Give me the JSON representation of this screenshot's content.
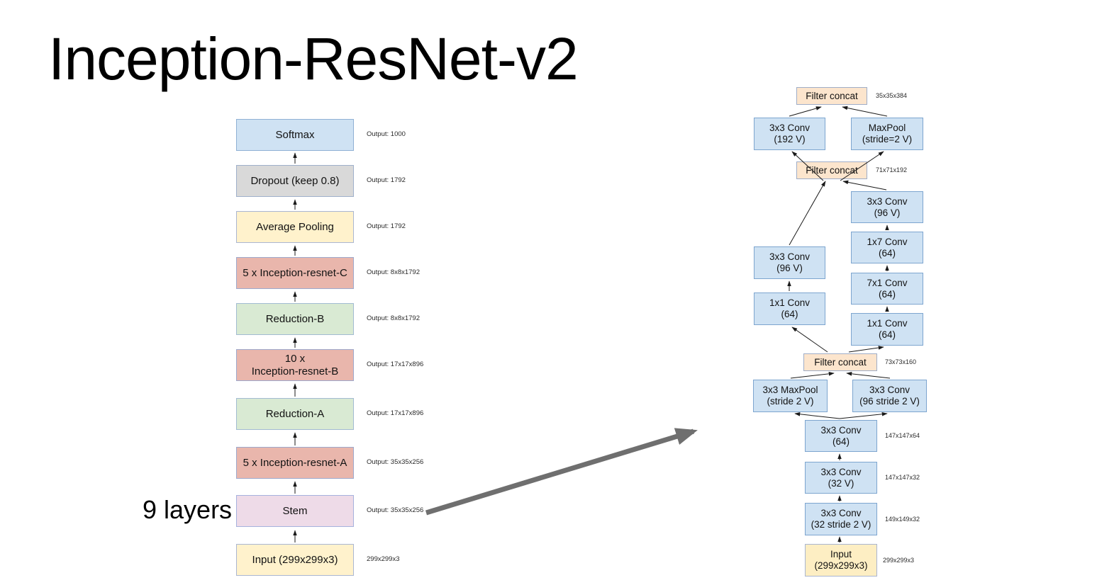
{
  "title": "Inception-ResNet-v2",
  "layers_annotation": "9 layers",
  "colors": {
    "box_blue": "#cfe2f3",
    "box_gray": "#d9d9d9",
    "box_yellow": "#fff2cc",
    "box_red": "#e9b6ac",
    "box_green": "#d9ead3",
    "box_purple": "#eedbe8",
    "box_peach": "#fce5cd",
    "arrow_gray": "#6f6f6f",
    "text": "#000000"
  },
  "main_stack": [
    {
      "label": "Softmax",
      "output": "Output: 1000"
    },
    {
      "label": "Dropout (keep 0.8)",
      "output": "Output: 1792"
    },
    {
      "label": "Average Pooling",
      "output": "Output: 1792"
    },
    {
      "label": "5 x Inception-resnet-C",
      "output": "Output: 8x8x1792"
    },
    {
      "label": "Reduction-B",
      "output": "Output: 8x8x1792"
    },
    {
      "label": "10 x\nInception-resnet-B",
      "output": "Output: 17x17x896"
    },
    {
      "label": "Reduction-A",
      "output": "Output: 17x17x896"
    },
    {
      "label": "5 x Inception-resnet-A",
      "output": "Output: 35x35x256"
    },
    {
      "label": "Stem",
      "output": "Output: 35x35x256"
    },
    {
      "label": "Input (299x299x3)",
      "output": "299x299x3"
    }
  ],
  "stem_detail": {
    "boxes": [
      {
        "label": "Filter concat",
        "annotation": "35x35x384"
      },
      {
        "label": "3x3 Conv\n(192 V)"
      },
      {
        "label": "MaxPool\n(stride=2 V)"
      },
      {
        "label": "Filter concat",
        "annotation": "71x71x192"
      },
      {
        "label": "3x3 Conv\n(96 V)"
      },
      {
        "label": "1x1 Conv\n(64)"
      },
      {
        "label": "3x3 Conv\n(96 V)"
      },
      {
        "label": "1x7 Conv\n(64)"
      },
      {
        "label": "7x1 Conv\n(64)"
      },
      {
        "label": "1x1 Conv\n(64)"
      },
      {
        "label": "Filter concat",
        "annotation": "73x73x160"
      },
      {
        "label": "3x3 MaxPool\n(stride 2 V)"
      },
      {
        "label": "3x3 Conv\n(96 stride 2 V)"
      },
      {
        "label": "3x3 Conv\n(64)",
        "annotation": "147x147x64"
      },
      {
        "label": "3x3 Conv\n(32 V)",
        "annotation": "147x147x32"
      },
      {
        "label": "3x3 Conv\n(32 stride 2 V)",
        "annotation": "149x149x32"
      },
      {
        "label": "Input\n(299x299x3)",
        "annotation": "299x299x3"
      }
    ]
  }
}
